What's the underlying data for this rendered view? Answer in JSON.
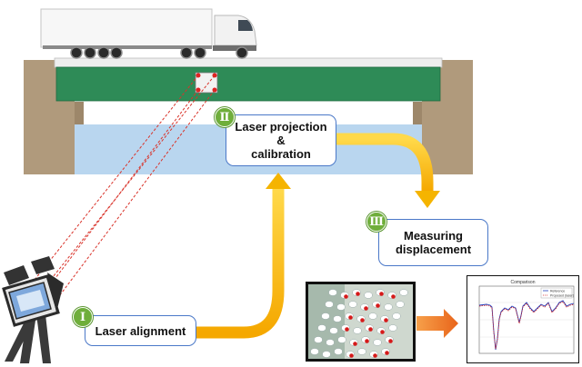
{
  "steps": [
    {
      "numeral": "Ⅰ",
      "lines": [
        "Laser alignment"
      ]
    },
    {
      "numeral": "Ⅱ",
      "lines": [
        "Laser projection",
        "&",
        "calibration"
      ]
    },
    {
      "numeral": "Ⅲ",
      "lines": [
        "Measuring",
        "displacement"
      ]
    }
  ],
  "graph": {
    "title": "Comparison",
    "legend": [
      "Reference",
      "Proposed (laser)"
    ]
  },
  "colors": {
    "bridge_deck": "#2e8b57",
    "water": "#b9d6ef",
    "abutment": "#b09a7c",
    "flow_arrow": "#f5b400",
    "result_arrow": "#ef7d1f",
    "box_border": "#4a78c8",
    "badge": "#6fae3b",
    "laser": "#d9342b"
  }
}
